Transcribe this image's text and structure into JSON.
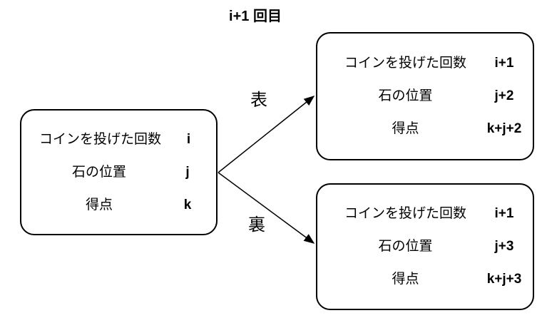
{
  "title": "i+1 回目",
  "boxes": {
    "current": {
      "rows": [
        {
          "label": "コインを投げた回数",
          "value": "i"
        },
        {
          "label": "石の位置",
          "value": "j"
        },
        {
          "label": "得点",
          "value": "k"
        }
      ]
    },
    "heads_result": {
      "rows": [
        {
          "label": "コインを投げた回数",
          "value": "i+1"
        },
        {
          "label": "石の位置",
          "value": "j+2"
        },
        {
          "label": "得点",
          "value": "k+j+2"
        }
      ]
    },
    "tails_result": {
      "rows": [
        {
          "label": "コインを投げた回数",
          "value": "i+1"
        },
        {
          "label": "石の位置",
          "value": "j+3"
        },
        {
          "label": "得点",
          "value": "k+j+3"
        }
      ]
    }
  },
  "edges": [
    {
      "label": "表"
    },
    {
      "label": "裏"
    }
  ],
  "colors": {
    "stroke": "#000000",
    "background": "#ffffff",
    "text": "#000000"
  }
}
